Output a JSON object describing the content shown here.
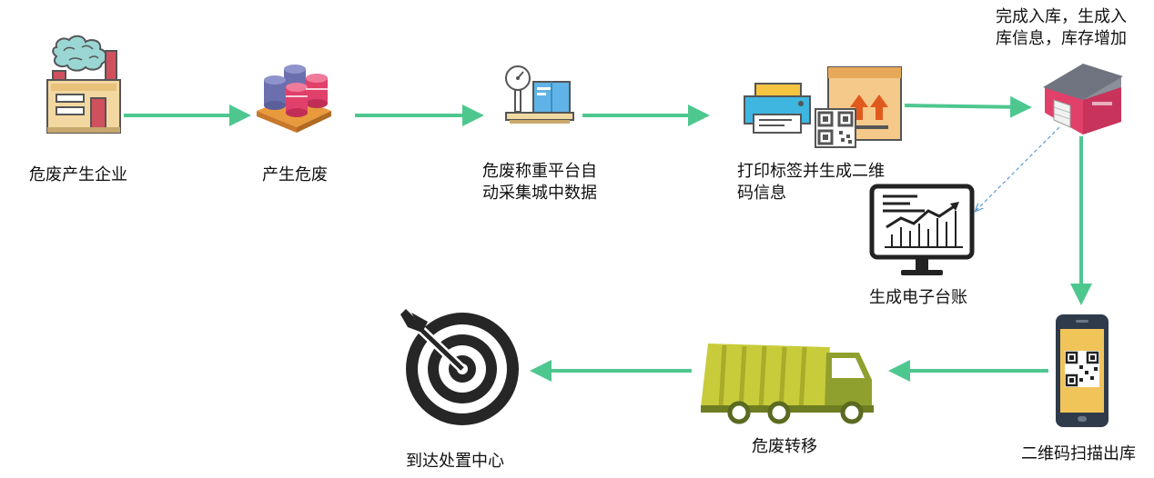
{
  "colors": {
    "arrow": "#4ec78f",
    "dashed_arrow": "#5b9bd5",
    "text": "#111111"
  },
  "nodes": [
    {
      "id": "enterprise",
      "label": "危废产生企业",
      "icon": "factory-icon"
    },
    {
      "id": "produce",
      "label": "产生危废",
      "icon": "barrels-icon"
    },
    {
      "id": "weigh",
      "label_lines": [
        "危废称重平台自",
        "动采集城中数据"
      ],
      "icon": "scale-icon"
    },
    {
      "id": "print",
      "label_lines": [
        "打印标签并生成二维",
        "码信息"
      ],
      "icon": "printer-qr-box-icon"
    },
    {
      "id": "warehouse",
      "label_lines": [
        "完成入库，生成入",
        "库信息，库存增加"
      ],
      "icon": "warehouse-icon"
    },
    {
      "id": "ledger",
      "label": "生成电子台账",
      "icon": "monitor-chart-icon"
    },
    {
      "id": "scan",
      "label": "二维码扫描出库",
      "icon": "phone-qr-icon"
    },
    {
      "id": "transfer",
      "label": "危废转移",
      "icon": "truck-icon"
    },
    {
      "id": "center",
      "label": "到达处置中心",
      "icon": "target-icon"
    }
  ]
}
